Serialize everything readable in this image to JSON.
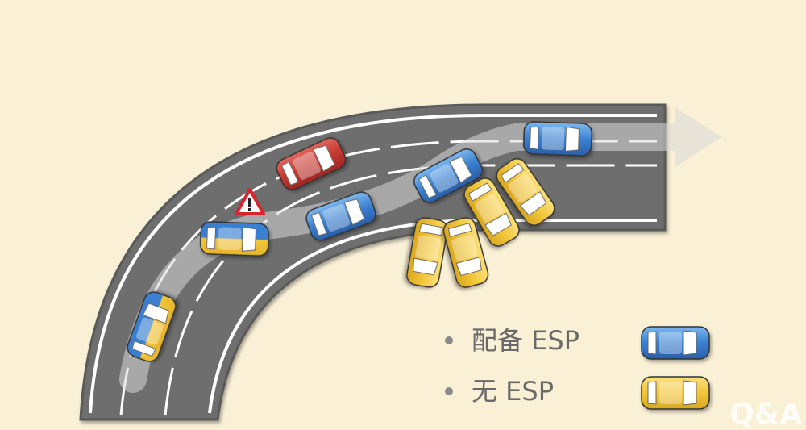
{
  "legend": {
    "with_esp": {
      "label": "配备 ESP",
      "color": "#3a7fd0"
    },
    "without_esp": {
      "label": "无 ESP",
      "color": "#f2c53a"
    }
  },
  "watermark": "Q&A",
  "colors": {
    "background": "#f9f0d6",
    "road": "#6e6e6e",
    "lane_line": "#ffffff",
    "path_arrow": "#c9c9c9",
    "red_car": "#c63a32",
    "warning": "#d8242c"
  },
  "icons": {
    "warning": "warning-triangle-icon",
    "car": "car-icon",
    "arrow": "path-arrow-icon"
  }
}
